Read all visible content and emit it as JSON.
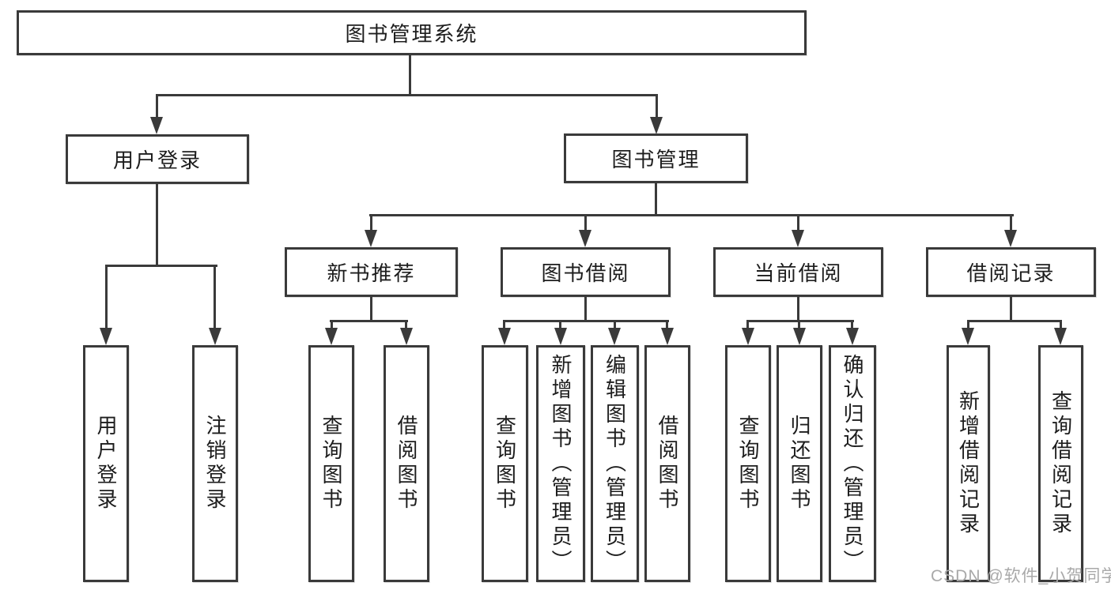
{
  "diagram": {
    "root": "图书管理系统",
    "branches": [
      {
        "label": "用户登录",
        "leaves": [
          "用户登录",
          "注销登录"
        ]
      },
      {
        "label": "图书管理",
        "groups": [
          {
            "label": "新书推荐",
            "leaves": [
              "查询图书",
              "借阅图书"
            ]
          },
          {
            "label": "图书借阅",
            "leaves": [
              "查询图书",
              "新增图书（管理员）",
              "编辑图书（管理员）",
              "借阅图书"
            ]
          },
          {
            "label": "当前借阅",
            "leaves": [
              "查询图书",
              "归还图书",
              "确认归还（管理员）"
            ]
          },
          {
            "label": "借阅记录",
            "leaves": [
              "新增借阅记录",
              "查询借阅记录"
            ]
          }
        ]
      }
    ],
    "line_color": "#3a3a3a",
    "text_color": "#1d1d1d"
  },
  "watermark": "CSDN @软件_小贺同学",
  "watermark_color": "#a9a9a9"
}
